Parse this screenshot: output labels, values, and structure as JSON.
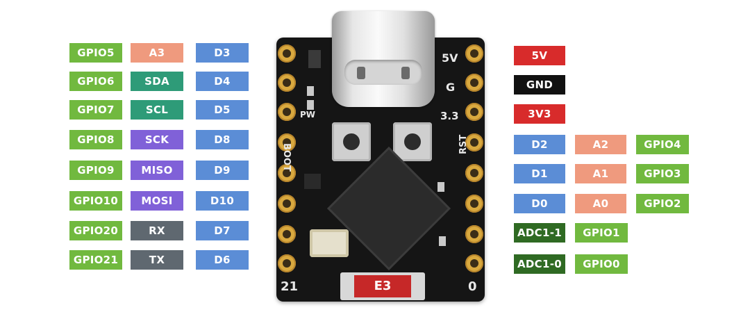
{
  "left_pins": [
    {
      "gpio": "GPIO5",
      "func": "A3",
      "func_type": "analog",
      "digital": "D3"
    },
    {
      "gpio": "GPIO6",
      "func": "SDA",
      "func_type": "i2c",
      "digital": "D4"
    },
    {
      "gpio": "GPIO7",
      "func": "SCL",
      "func_type": "i2c",
      "digital": "D5"
    },
    {
      "gpio": "GPIO8",
      "func": "SCK",
      "func_type": "spi",
      "digital": "D8"
    },
    {
      "gpio": "GPIO9",
      "func": "MISO",
      "func_type": "spi",
      "digital": "D9"
    },
    {
      "gpio": "GPIO10",
      "func": "MOSI",
      "func_type": "spi",
      "digital": "D10"
    },
    {
      "gpio": "GPIO20",
      "func": "RX",
      "func_type": "uart",
      "digital": "D7"
    },
    {
      "gpio": "GPIO21",
      "func": "TX",
      "func_type": "uart",
      "digital": "D6"
    }
  ],
  "right_power": {
    "v5": "5V",
    "gnd": "GND",
    "v33": "3V3"
  },
  "right_pins": [
    {
      "digital": "D2",
      "analog": "A2",
      "gpio": "GPIO4"
    },
    {
      "digital": "D1",
      "analog": "A1",
      "gpio": "GPIO3"
    },
    {
      "digital": "D0",
      "analog": "A0",
      "gpio": "GPIO2"
    }
  ],
  "right_adc": [
    {
      "adc": "ADC1-1",
      "gpio": "GPIO1"
    },
    {
      "adc": "ADC1-0",
      "gpio": "GPIO0"
    }
  ],
  "board": {
    "silk_5v": "5V",
    "silk_g": "G",
    "silk_33": "3.3",
    "silk_pw": "PW",
    "silk_boot": "BOOT",
    "silk_rst": "RST",
    "silk_21": "21",
    "silk_0": "0",
    "fuse_mark": "E3"
  },
  "colors": {
    "gpio": "#71b93f",
    "analog": "#ef9a7e",
    "i2c": "#2e9b78",
    "spi": "#8061d8",
    "uart": "#5f6870",
    "digital": "#5b8dd6",
    "power": "#d82b2b",
    "ground": "#111111",
    "adc": "#2f6a23"
  }
}
